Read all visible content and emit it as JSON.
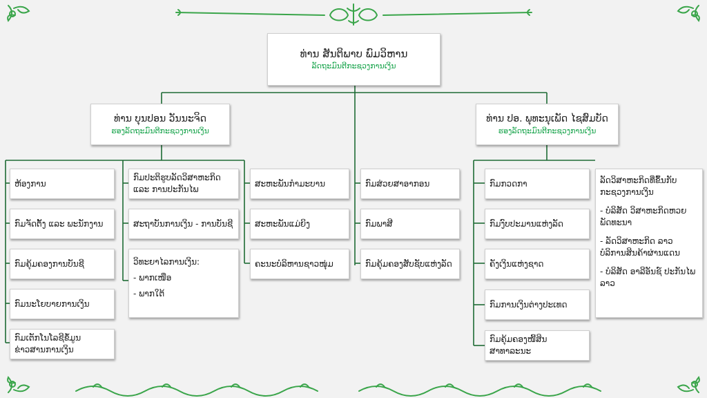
{
  "colors": {
    "connector": "#1e6b34",
    "accent": "#16a34a",
    "ornament": "#3aa54a"
  },
  "top": {
    "name": "ທ່ານ ສັນຕິພາບ ພົມວິຫານ",
    "title": "ລັດຖະມົນຕີກະຊວງການເງິນ"
  },
  "deputies": [
    {
      "name": "ທ່ານ ບຸນປອນ ວັນນະຈິດ",
      "title": "ຮອງລັດຖະມົນຕີກະຊວງການເງິນ"
    },
    {
      "name": "ທ່ານ ປອ. ພຸທະນຸເພັດ ໄຊສົມບັດ",
      "title": "ຮອງລັດຖະມົນຕີກະຊວງການເງິນ"
    }
  ],
  "columns": {
    "col1": [
      "ຫ້ອງການ",
      "ກົມຈັດຕັ້ງ ແລະ ພະນັກງານ",
      "ກົມຄຸ້ມຄອງການບັນຊີ",
      "ກົມນະໂຍບາຍການເງິນ",
      "ກົມເຕັກໂນໂລຊີຂໍ້ມູນຂ່າວສານການເງິນ"
    ],
    "col2": [
      "ກົມປະຕິຮູບລັດວິສາຫະກິດ ແລະ ການປະກັນໄພ",
      "ສະຖາບັນການເງິນ - ການບັນຊີ"
    ],
    "col2_institute": {
      "title": "ວິທະຍາໄລການເງິນ:",
      "items": [
        "ພາກເໜືອ",
        "ພາກໃຕ້"
      ]
    },
    "col3": [
      "ສະຫະພັນກຳມະບານ",
      "ສະຫະພັນແມ່ຍິງ",
      "ຄະນະບໍລິຫານຊາວໜຸ່ມ"
    ],
    "col4": [
      "ກົມສ່ວຍສາອາກອນ",
      "ກົມພາສີ",
      "ກົມຄຸ້ມຄອງສັບຊັບແຫ່ງລັດ"
    ],
    "col5": [
      "ກົມກວດກາ",
      "ກົມງົບປະມານແຫ່ງລັດ",
      "ຄັງເງິນແຫ່ງຊາດ",
      "ກົມການເງິນຕ່າງປະເທດ",
      "ກົມຄຸ້ມຄອງໜີ້ສິນສາທາລະນະ"
    ],
    "col6": {
      "title": "ລັດວິສາຫະກິດທີ່ຂຶ້ນກັບກະຊວງການເງິນ",
      "items": [
        "ບໍລິສັດ ວິສາຫະກິດຫວຍພັດທະນາ",
        "ລັດວິສາຫະກິດ ລາວບໍລິການສິນຄ້າຜ່ານແດນ",
        "ບໍລິສັດ ອາລີອັນຊ໌ ປະກັນໄພລາວ"
      ]
    }
  }
}
